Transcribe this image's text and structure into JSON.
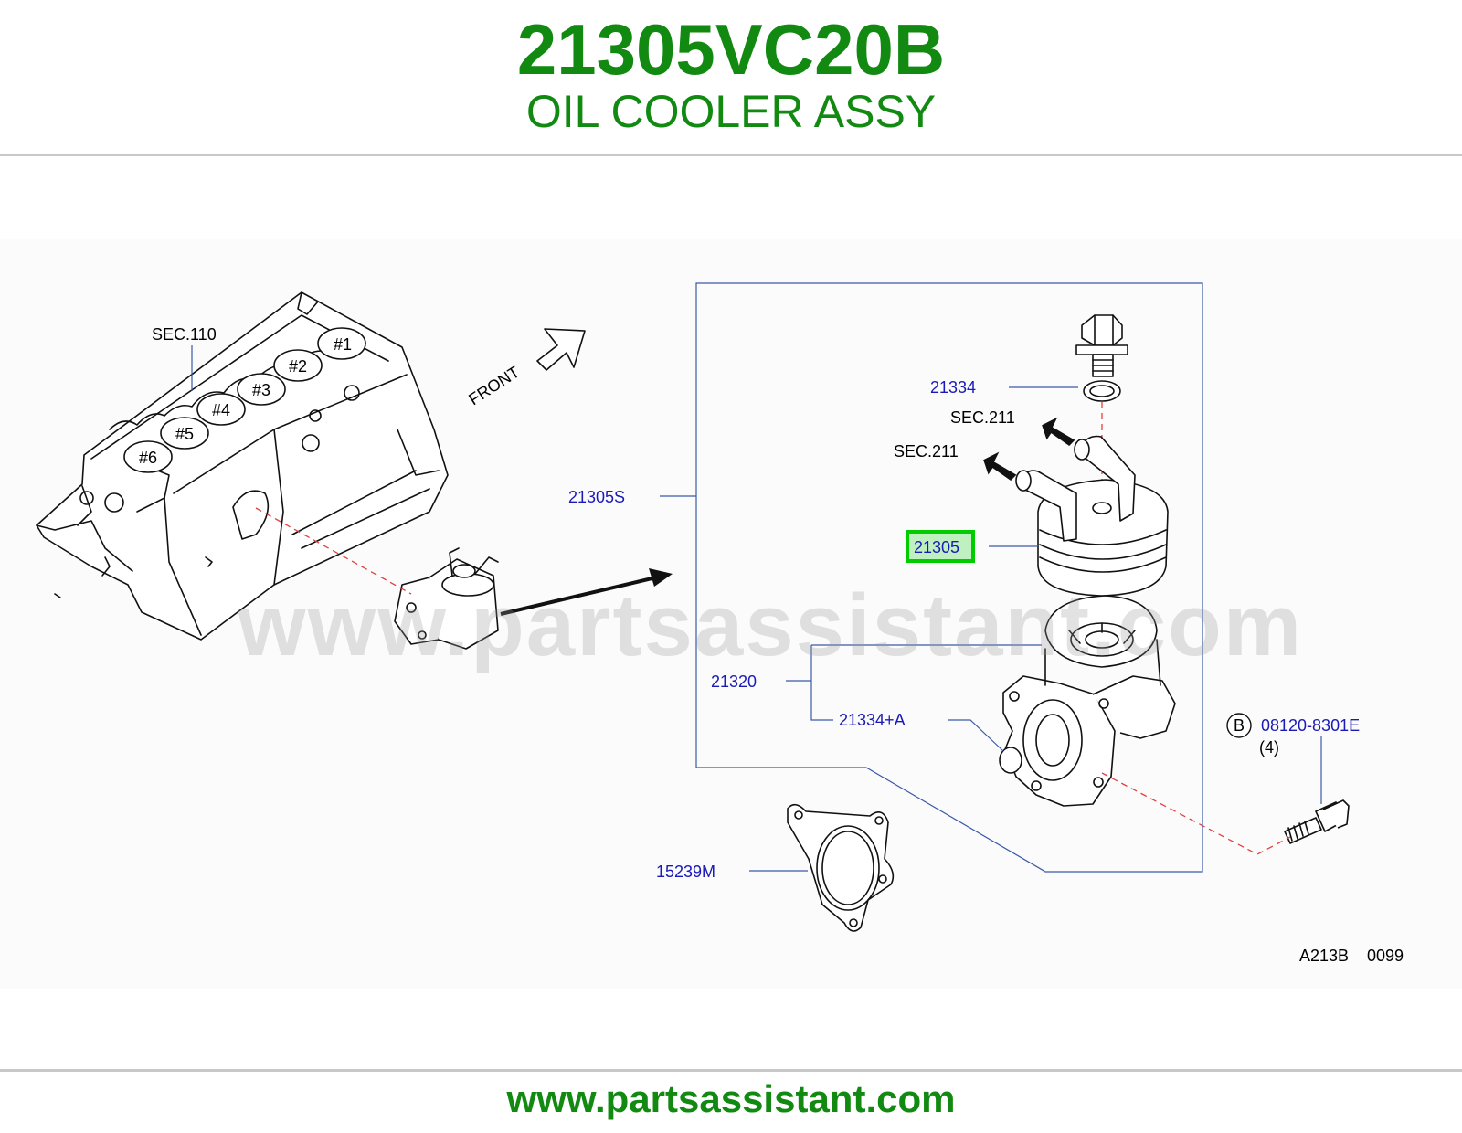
{
  "header": {
    "part_number": "21305VC20B",
    "part_name": "OIL COOLER ASSY"
  },
  "footer": {
    "url": "www.partsassistant.com"
  },
  "watermark": "www.partsassistant.com",
  "colors": {
    "brand_green": "#128a12",
    "label_blue": "#1a1ab8",
    "highlight_green": "#00cc00",
    "dashed_red": "#e04040"
  },
  "diagram": {
    "engine_ref": "SEC.110",
    "front_label": "FRONT",
    "cylinders": [
      "#1",
      "#2",
      "#3",
      "#4",
      "#5",
      "#6"
    ],
    "sec_ref_1": "SEC.211",
    "sec_ref_2": "SEC.211",
    "callouts": {
      "c21334": "21334",
      "c21305S": "21305S",
      "c21305": "21305",
      "c21320": "21320",
      "c21334A": "21334+A",
      "c15239M": "15239M",
      "bolt_symbol": "B",
      "bolt_part": "08120-8301E",
      "bolt_qty": "(4)"
    },
    "diagram_code": "A213B",
    "diagram_code_num": "0099"
  }
}
